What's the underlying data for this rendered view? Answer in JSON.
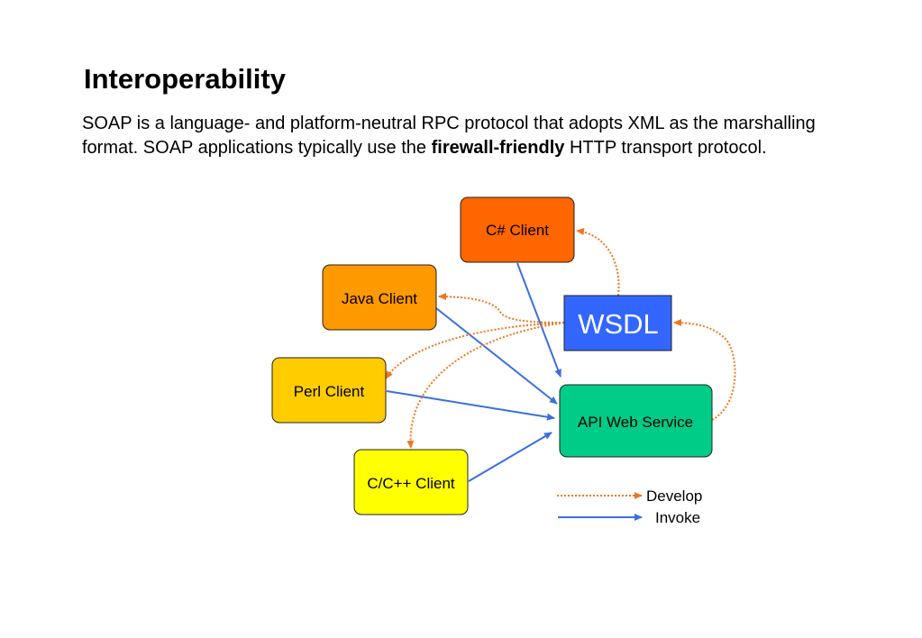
{
  "slide": {
    "title": "Interoperability",
    "intro": {
      "before": "SOAP is a language- and platform-neutral RPC protocol that adopts XML as the marshalling format. SOAP applications typically use the ",
      "bold": "firewall-friendly",
      "after": " HTTP transport protocol."
    }
  },
  "diagram": {
    "nodes": {
      "csharp": "C# Client",
      "java": "Java Client",
      "perl": "Perl Client",
      "cpp": "C/C++ Client",
      "wsdl": "WSDL",
      "api": "API Web Service"
    },
    "edges": {
      "develop": [
        [
          "wsdl",
          "csharp"
        ],
        [
          "wsdl",
          "java"
        ],
        [
          "wsdl",
          "perl"
        ],
        [
          "wsdl",
          "cpp"
        ],
        [
          "api",
          "wsdl"
        ]
      ],
      "invoke": [
        [
          "csharp",
          "api"
        ],
        [
          "java",
          "api"
        ],
        [
          "perl",
          "api"
        ],
        [
          "cpp",
          "api"
        ]
      ]
    },
    "legend": {
      "develop": "Develop",
      "invoke": "Invoke"
    },
    "colors": {
      "csharp": "#ff6600",
      "java": "#ff9900",
      "perl": "#ffcc00",
      "cpp": "#ffff00",
      "wsdl": "#3366ff",
      "api": "#00cc88",
      "develop_edge": "#ee7722",
      "invoke_edge": "#3a6fe0"
    }
  }
}
